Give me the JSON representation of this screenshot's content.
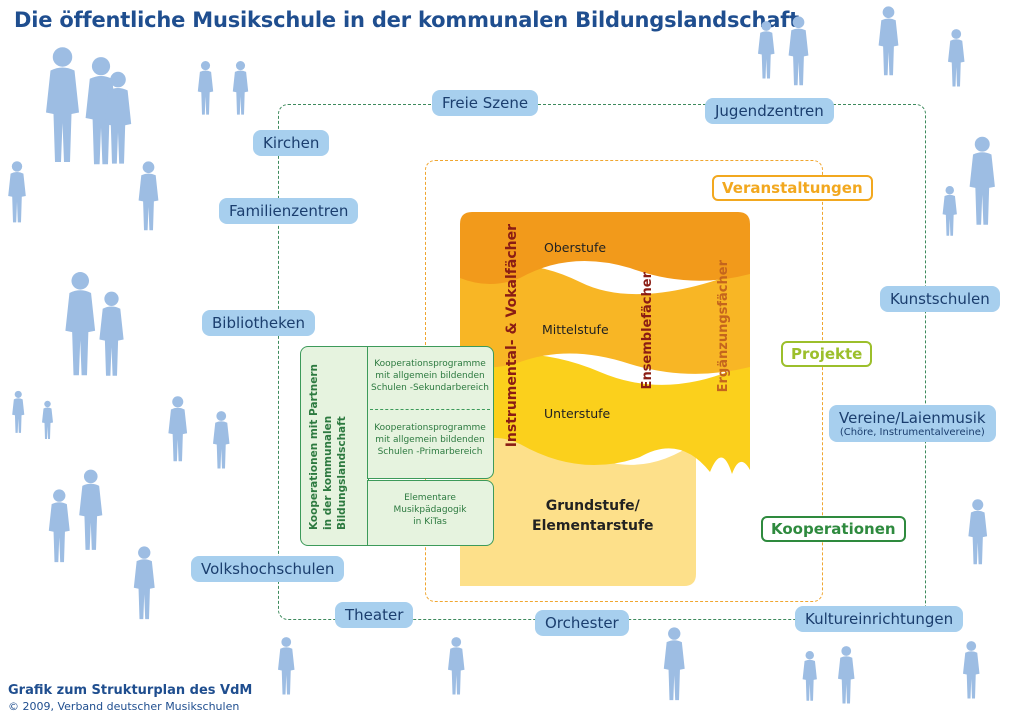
{
  "title": "Die öffentliche Musikschule in der kommunalen Bildungslandschaft",
  "partners": {
    "freie_szene": "Freie Szene",
    "jugendzentren": "Jugendzentren",
    "kirchen": "Kirchen",
    "familienzentren": "Familienzentren",
    "bibliotheken": "Bibliotheken",
    "kunstschulen": "Kunstschulen",
    "vereine": "Vereine/Laienmusik",
    "vereine_sub": "(Chöre, Instrumentalvereine)",
    "volkshochschulen": "Volkshochschulen",
    "theater": "Theater",
    "orchester": "Orchester",
    "kultureinrichtungen": "Kultureinrichtungen"
  },
  "offer_types": {
    "veranstaltungen": "Veranstaltungen",
    "projekte": "Projekte",
    "kooperationen": "Kooperationen"
  },
  "core": {
    "oberstufe": "Oberstufe",
    "mittelstufe": "Mittelstufe",
    "unterstufe": "Unterstufe",
    "grundstufe": "Grundstufe/",
    "elementarstufe": "Elementarstufe",
    "instrumental": "Instrumental- & Vokalfächer",
    "ensemble": "Ensemblefächer",
    "ergaenzung": "Ergänzungsfächer"
  },
  "kooperation": {
    "side_line1": "Kooperationen mit Partnern",
    "side_line2": "in der kommunalen",
    "side_line3": "Bildungslandschaft",
    "sek_line1": "Kooperationsprogramme",
    "sek_line2": "mit allgemein bildenden",
    "sek_line3": "Schulen -Sekundarbereich",
    "prim_line1": "Kooperationsprogramme",
    "prim_line2": "mit allgemein bildenden",
    "prim_line3": "Schulen -Primarbereich",
    "elem_line1": "Elementare",
    "elem_line2": "Musikpädagogik",
    "elem_line3": "in KiTas"
  },
  "credit": {
    "line1": "Grafik zum Strukturplan des VdM",
    "line2": "© 2009, Verband deutscher Musikschulen"
  },
  "colors": {
    "title": "#1f4e8f",
    "pill": "#a7cfee",
    "people": "#9dbde3",
    "veranstaltungen": "#f2a81f",
    "projekte": "#9cbf2b",
    "kooperationen": "#2e8a3e",
    "outer_frame": "#3d8a5c",
    "inner_frame": "#f0a630"
  }
}
